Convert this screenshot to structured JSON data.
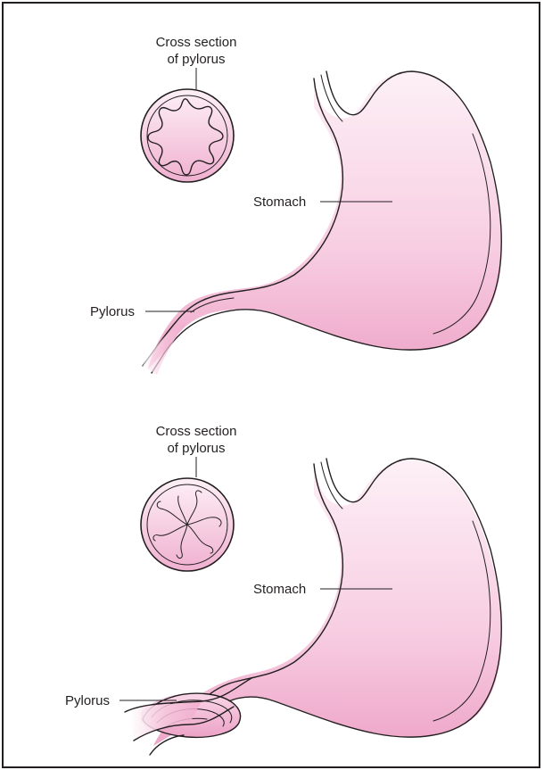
{
  "panels": [
    {
      "cross_section_label_line1": "Cross section",
      "cross_section_label_line2": "of pylorus",
      "stomach_label": "Stomach",
      "pylorus_label": "Pylorus"
    },
    {
      "cross_section_label_line1": "Cross section",
      "cross_section_label_line2": "of pylorus",
      "stomach_label": "Stomach",
      "pylorus_label": "Pylorus"
    }
  ],
  "colors": {
    "tissue_light": "#fbe3ef",
    "tissue_dark": "#f0a9cb",
    "outline": "#231f20"
  }
}
